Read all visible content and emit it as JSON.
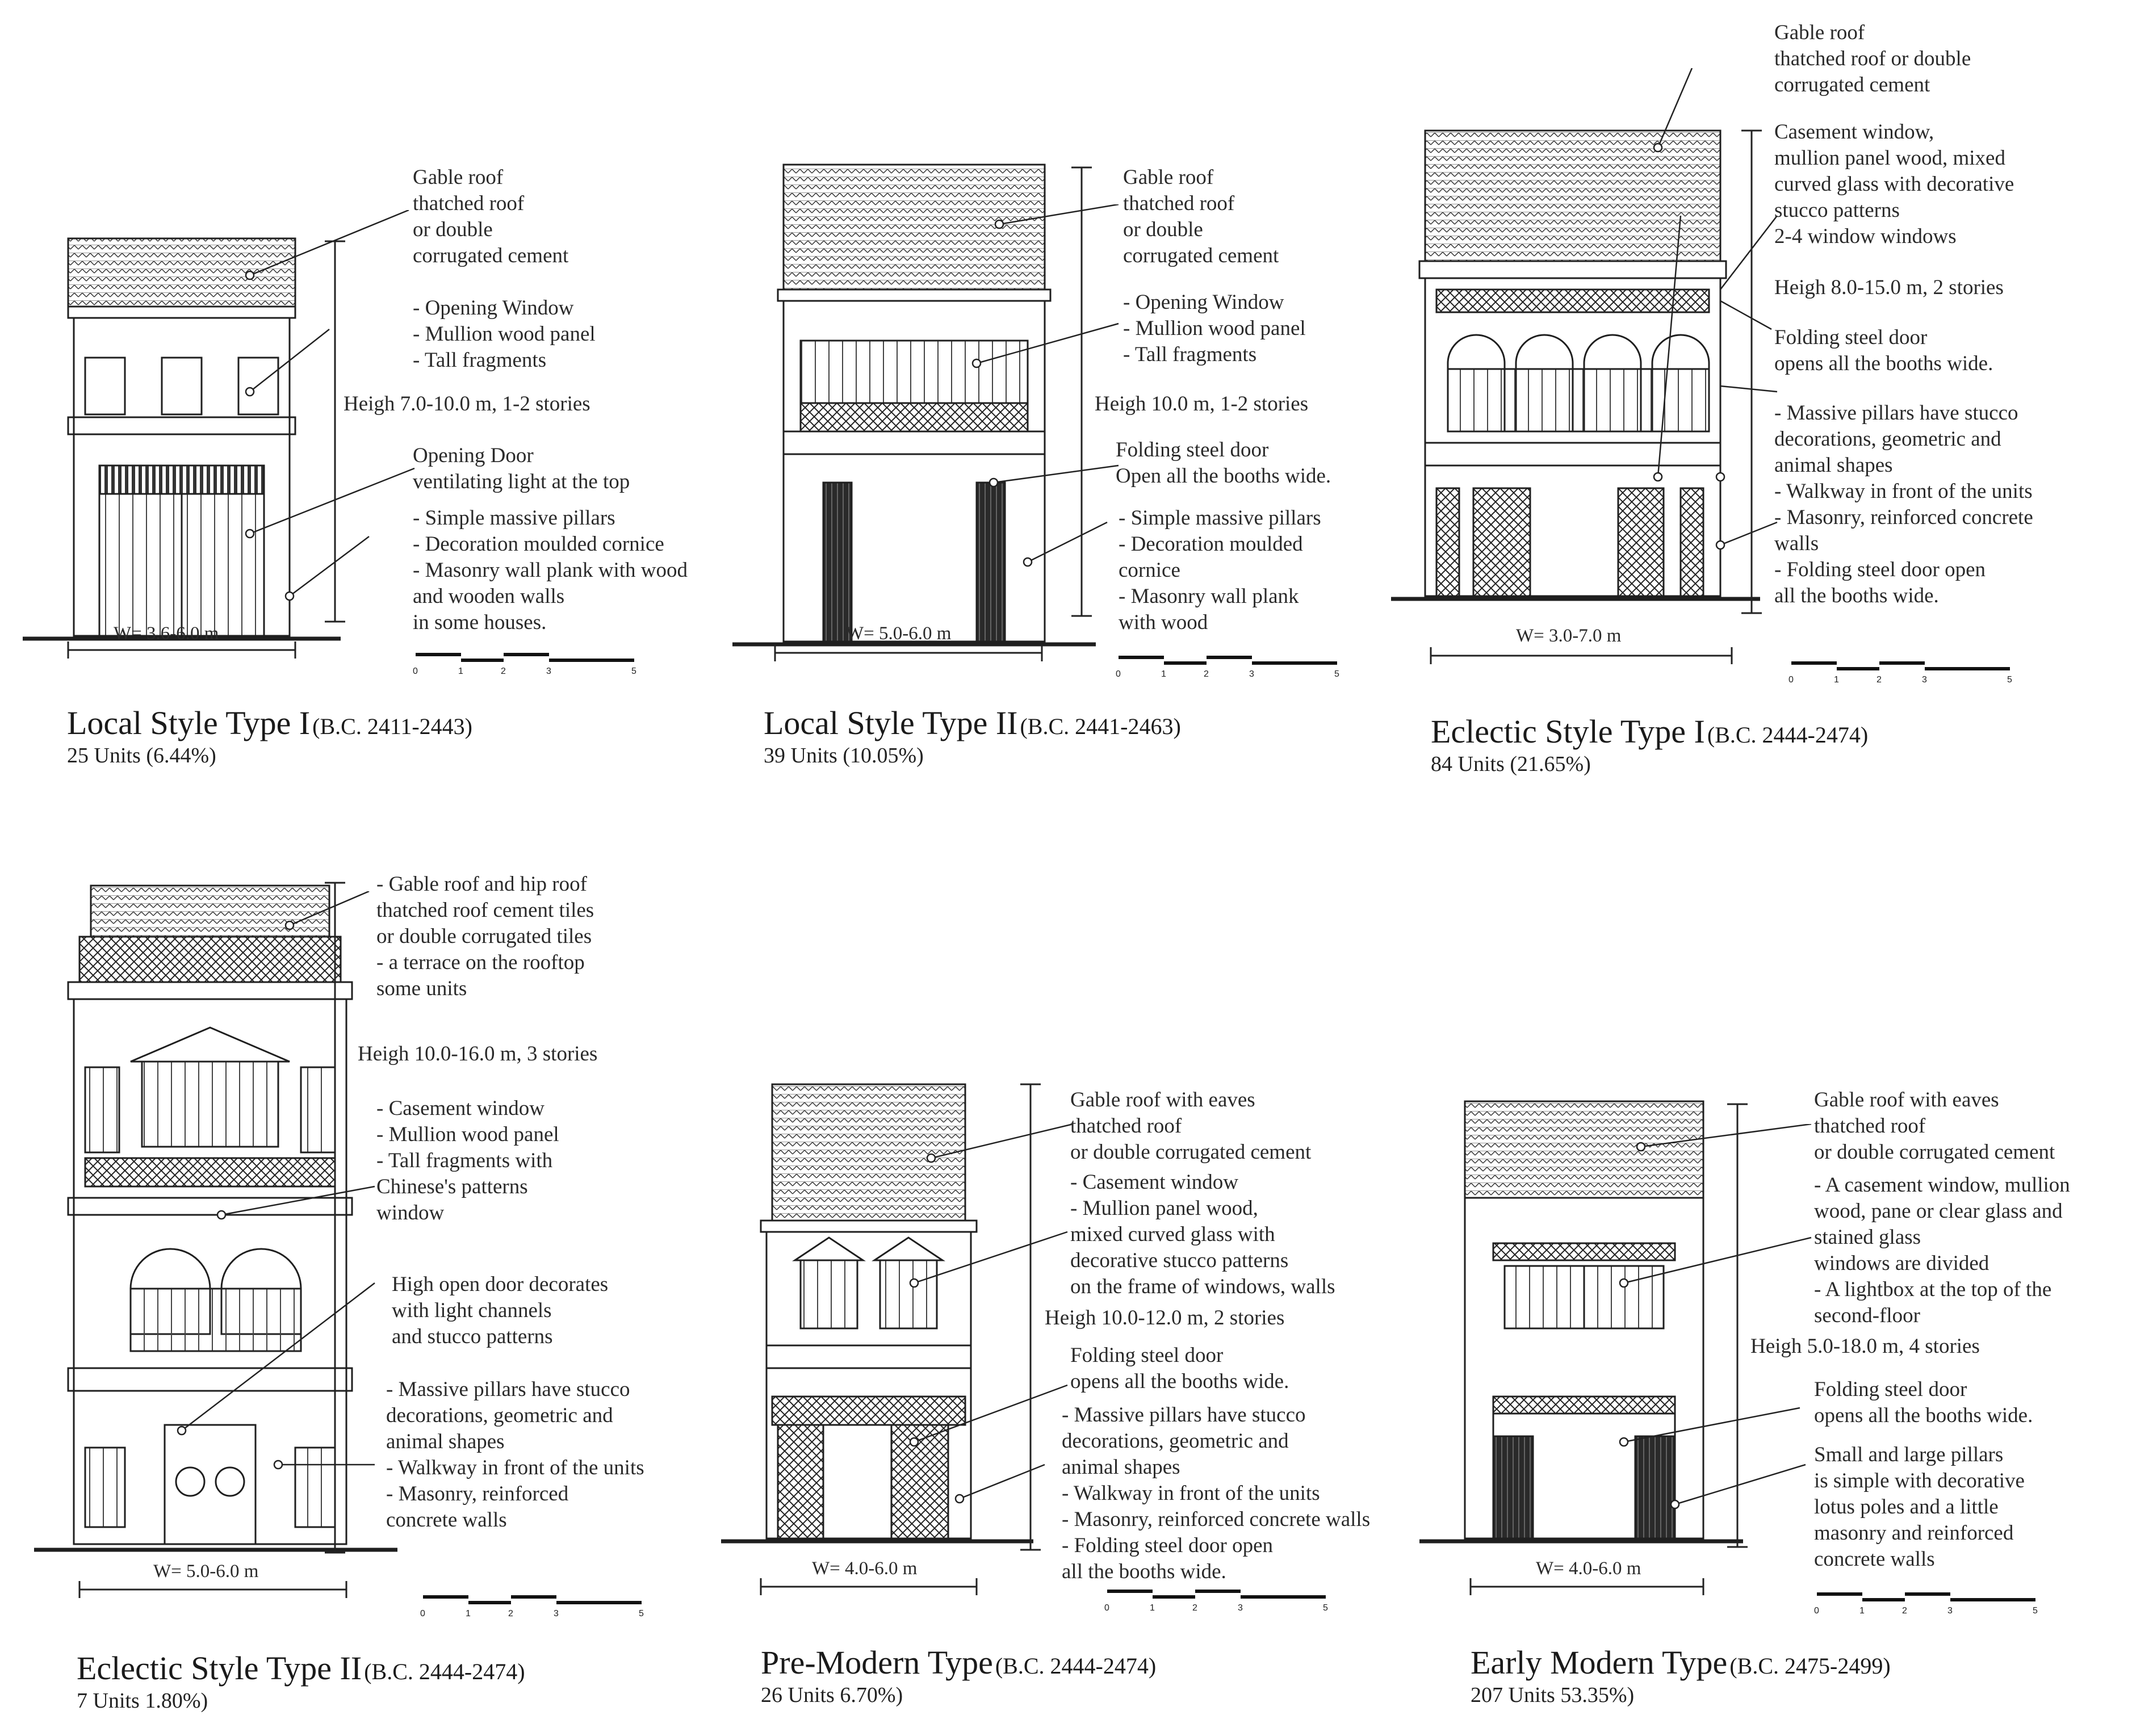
{
  "panels": [
    {
      "id": "local1",
      "title": "Local Style Type I",
      "date": "(B.C. 2411-2443)",
      "units": "25 Units (6.44%)",
      "height_label": "Heigh 7.0-10.0 m, 1-2 stories",
      "width_label": "W= 3.6-6.0 m",
      "annotations": [
        [
          "Gable roof",
          "thatched roof",
          "or double",
          "corrugated cement"
        ],
        [
          "- Opening Window",
          "- Mullion wood panel",
          "- Tall fragments"
        ],
        [
          "Opening Door",
          "ventilating light at the top"
        ],
        [
          "- Simple massive pillars",
          "- Decoration moulded cornice",
          "- Masonry wall plank with wood",
          "   and wooden walls",
          "   in some houses."
        ]
      ]
    },
    {
      "id": "local2",
      "title": "Local Style Type II",
      "date": "(B.C. 2441-2463)",
      "units": "39 Units (10.05%)",
      "height_label": "Heigh 10.0 m, 1-2 stories",
      "width_label": "W= 5.0-6.0 m",
      "annotations": [
        [
          "Gable roof",
          "thatched roof",
          "or double",
          "corrugated cement"
        ],
        [
          "- Opening Window",
          "- Mullion wood panel",
          "- Tall fragments"
        ],
        [
          "Folding steel door",
          "Open all the booths wide."
        ],
        [
          "- Simple massive pillars",
          "- Decoration moulded",
          "  cornice",
          "- Masonry wall plank",
          "  with wood"
        ]
      ]
    },
    {
      "id": "eclectic1",
      "title": "Eclectic Style Type I",
      "date": "(B.C. 2444-2474)",
      "units": "84 Units (21.65%)",
      "height_label": "Heigh 8.0-15.0 m, 2 stories",
      "width_label": "W= 3.0-7.0 m",
      "annotations": [
        [
          "Gable roof",
          "thatched roof or double",
          "corrugated cement"
        ],
        [
          "Casement window,",
          "mullion panel wood, mixed",
          "curved glass with decorative",
          "stucco patterns",
          "2-4 window windows"
        ],
        [
          "Folding steel door",
          "opens all the booths wide."
        ],
        [
          "- Massive pillars have stucco",
          "  decorations, geometric and",
          "  animal shapes",
          "- Walkway in front of the units",
          "- Masonry, reinforced concrete",
          "  walls",
          "- Folding steel door open",
          "  all the booths wide."
        ]
      ]
    },
    {
      "id": "eclectic2",
      "title": "Eclectic Style Type II",
      "date": "(B.C. 2444-2474)",
      "units": "7 Units 1.80%)",
      "height_label": "Heigh 10.0-16.0 m, 3 stories",
      "width_label": "W= 5.0-6.0 m",
      "annotations": [
        [
          "- Gable roof and hip roof",
          "  thatched roof cement tiles",
          "  or double corrugated tiles",
          "- a terrace on the rooftop",
          "  some units"
        ],
        [
          "- Casement window",
          "- Mullion wood panel",
          "- Tall fragments with",
          "  Chinese's patterns",
          "  window"
        ],
        [
          "High open door decorates",
          "with light channels",
          "and stucco patterns"
        ],
        [
          "- Massive pillars have stucco",
          "  decorations, geometric and",
          "  animal shapes",
          "- Walkway in front of the units",
          "- Masonry, reinforced",
          "  concrete walls"
        ]
      ]
    },
    {
      "id": "premodern",
      "title": "Pre-Modern Type",
      "date": "(B.C. 2444-2474)",
      "units": "26 Units 6.70%)",
      "height_label": "Heigh 10.0-12.0 m, 2 stories",
      "width_label": "W= 4.0-6.0 m",
      "annotations": [
        [
          "Gable roof with eaves",
          "thatched roof",
          "or double corrugated cement"
        ],
        [
          "- Casement window",
          "- Mullion panel wood,",
          "  mixed curved glass with",
          "  decorative stucco patterns",
          "  on the frame of windows, walls"
        ],
        [
          "Folding steel door",
          "opens all the booths wide."
        ],
        [
          "- Massive pillars have stucco",
          "  decorations, geometric and",
          "  animal shapes",
          "- Walkway in front of the units",
          "- Masonry, reinforced concrete walls",
          "- Folding steel door open",
          "  all the booths wide."
        ]
      ]
    },
    {
      "id": "earlymodern",
      "title": "Early Modern Type",
      "date": "(B.C. 2475-2499)",
      "units": "207 Units 53.35%)",
      "height_label": "Heigh 5.0-18.0 m, 4 stories",
      "width_label": "W= 4.0-6.0 m",
      "annotations": [
        [
          "Gable roof with eaves",
          "thatched roof",
          "or double corrugated cement"
        ],
        [
          "- A casement window, mullion",
          "  wood, pane or clear glass and",
          "  stained glass",
          "  windows are divided",
          "- A lightbox at the top of the",
          "  second-floor"
        ],
        [
          "Folding steel door",
          "opens all the booths wide."
        ],
        [
          "Small and large pillars",
          "is simple with decorative",
          "lotus poles and a little",
          "masonry and reinforced",
          "concrete walls"
        ]
      ]
    }
  ],
  "scale_labels": [
    "0",
    "1",
    "2",
    "3",
    "5"
  ],
  "colors": {
    "ink": "#1f1f1f",
    "paper": "#ffffff",
    "dark_fill": "#2a2a2a",
    "mid_fill": "#9a9a9a"
  }
}
